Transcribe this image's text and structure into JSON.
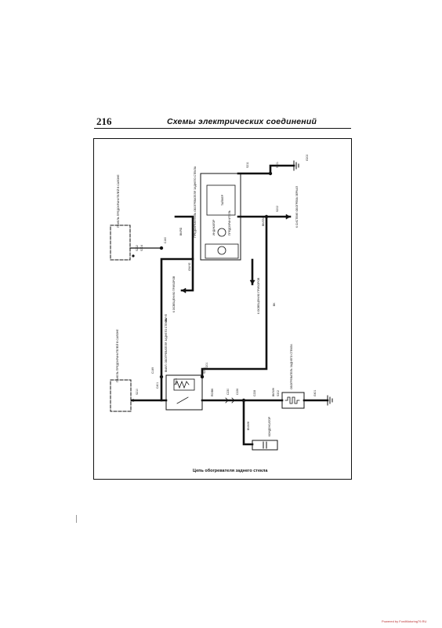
{
  "page": {
    "number": "216",
    "header": "Схемы электрических соединений",
    "caption": "Цепь обогревателя заднего стекла",
    "footer": "Powered by FordMotoring79.RU"
  },
  "labels": {
    "relay_box": "ПРЕДОХРАНИТЕЛЬ ОБОГРЕВАТЕЛЯ ЗАДНЕГО СТЕКЛА",
    "relay_coil": "ТАЙМЕР",
    "lamp1": "ИНДИКАТОР",
    "lamp2": "ПРЕДОХРАНИТЕЛЬ",
    "top_panel": "ПАНЕЛЬ ПРЕДОХРАНИТЕЛЕЙ В САЛОНЕ",
    "mid_panel": "ПАНЕЛЬ ПРЕДОХРАНИТЕЛЕЙ В САЛОНЕ",
    "switch": "ВЫКЛ. ОБОГРЕВАТЕЛЯ ЗАДНЕГО СТЕКЛА",
    "heater": "ОБОГРЕВАТЕЛЬ ЗАДНЕГО СТЕКЛА",
    "capacitor": "КОНДЕНСАТОР",
    "to_devices": "К ОСВЕЩЕНИЮ ПРИБОРОВ",
    "to_devices2": "К ОСВЕЩЕНИЮ ПРИБОРОВ",
    "to_system": "К СИСТЕМЕ ОБОГРЕВА ЗЕРКАЛ",
    "wire_bk_ye": "BK/YE",
    "wire_gn_ye": "GN/YE",
    "wire_bk": "BK",
    "wire_bk_gn": "BK/GN",
    "wire_bk_rd": "BK/RD",
    "wire_rd_bk": "RD/BK",
    "wire_bn_wh": "BN/WH",
    "wire_bk_wh": "BK/WH"
  },
  "connectors": [
    "S201",
    "S202",
    "C160",
    "C149",
    "S205",
    "C226",
    "S210",
    "S212",
    "S211",
    "C228",
    "C230",
    "G201",
    "G202",
    "G401",
    "C400",
    "C401",
    "S304",
    "S302"
  ],
  "colors": {
    "ink": "#111111",
    "frame": "#111111",
    "credit": "#bb3333"
  }
}
